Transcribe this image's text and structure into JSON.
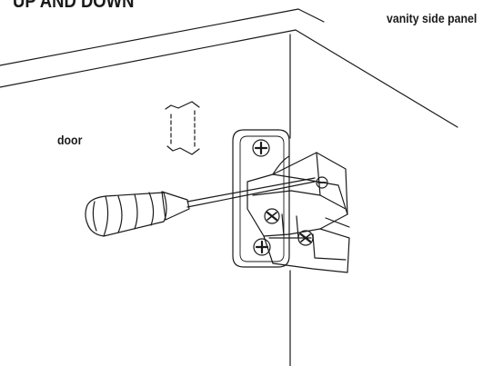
{
  "title": "UP AND DOWN",
  "labels": {
    "panel": "vanity side panel",
    "door": "door"
  },
  "colors": {
    "line": "#1a1a1a",
    "background": "#ffffff"
  },
  "icons": {
    "adjust_arrow": "up-down-adjust-icon",
    "tool": "screwdriver-icon"
  }
}
